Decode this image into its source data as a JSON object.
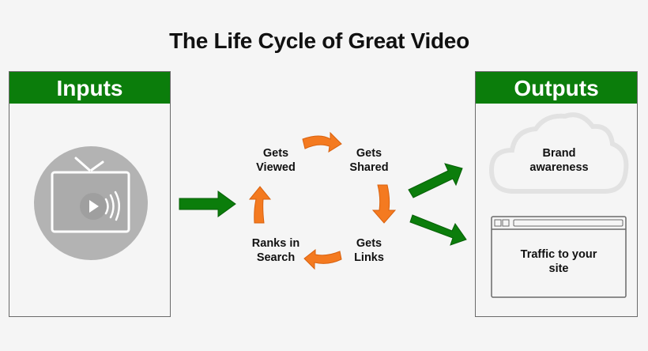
{
  "title": "The Life Cycle of Great Video",
  "inputs": {
    "header": "Inputs",
    "icon": "tv-video-icon"
  },
  "outputs": {
    "header": "Outputs",
    "items": [
      {
        "label": "Brand awareness",
        "line1": "Brand",
        "line2": "awareness",
        "icon": "cloud-icon"
      },
      {
        "label": "Traffic to your site",
        "line1": "Traffic to your",
        "line2": "site",
        "icon": "browser-window-icon"
      }
    ]
  },
  "cycle": {
    "steps": [
      {
        "line1": "Gets",
        "line2": "Viewed"
      },
      {
        "line1": "Gets",
        "line2": "Shared"
      },
      {
        "line1": "Gets",
        "line2": "Links"
      },
      {
        "line1": "Ranks in",
        "line2": "Search"
      }
    ]
  },
  "colors": {
    "green": "#0b7d0b",
    "orange": "#f47a20",
    "gray_icon": "#b3b3b3",
    "border": "#6a6a6a"
  }
}
